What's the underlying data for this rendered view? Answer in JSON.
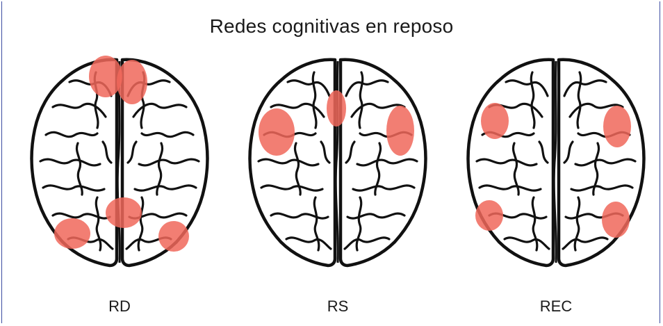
{
  "title": "Redes cognitivas en reposo",
  "accent_color": "#f0675a",
  "outline_color": "#111111",
  "panels": [
    {
      "label": "RD",
      "icon": "brain-icon"
    },
    {
      "label": "RS",
      "icon": "brain-icon"
    },
    {
      "label": "REC",
      "icon": "brain-icon"
    }
  ]
}
